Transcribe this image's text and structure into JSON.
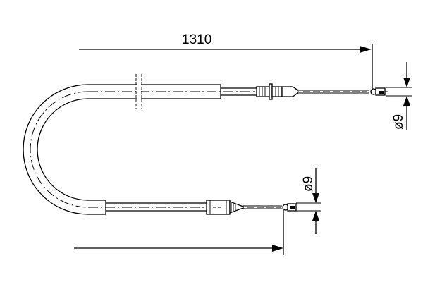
{
  "drawing": {
    "type": "cable technical drawing",
    "colors": {
      "line": "#000000",
      "background": "#ffffff"
    },
    "dimensions": {
      "length_label": "1310",
      "top_end_diameter_label": "ø9",
      "bottom_end_diameter_label": "ø9"
    }
  }
}
